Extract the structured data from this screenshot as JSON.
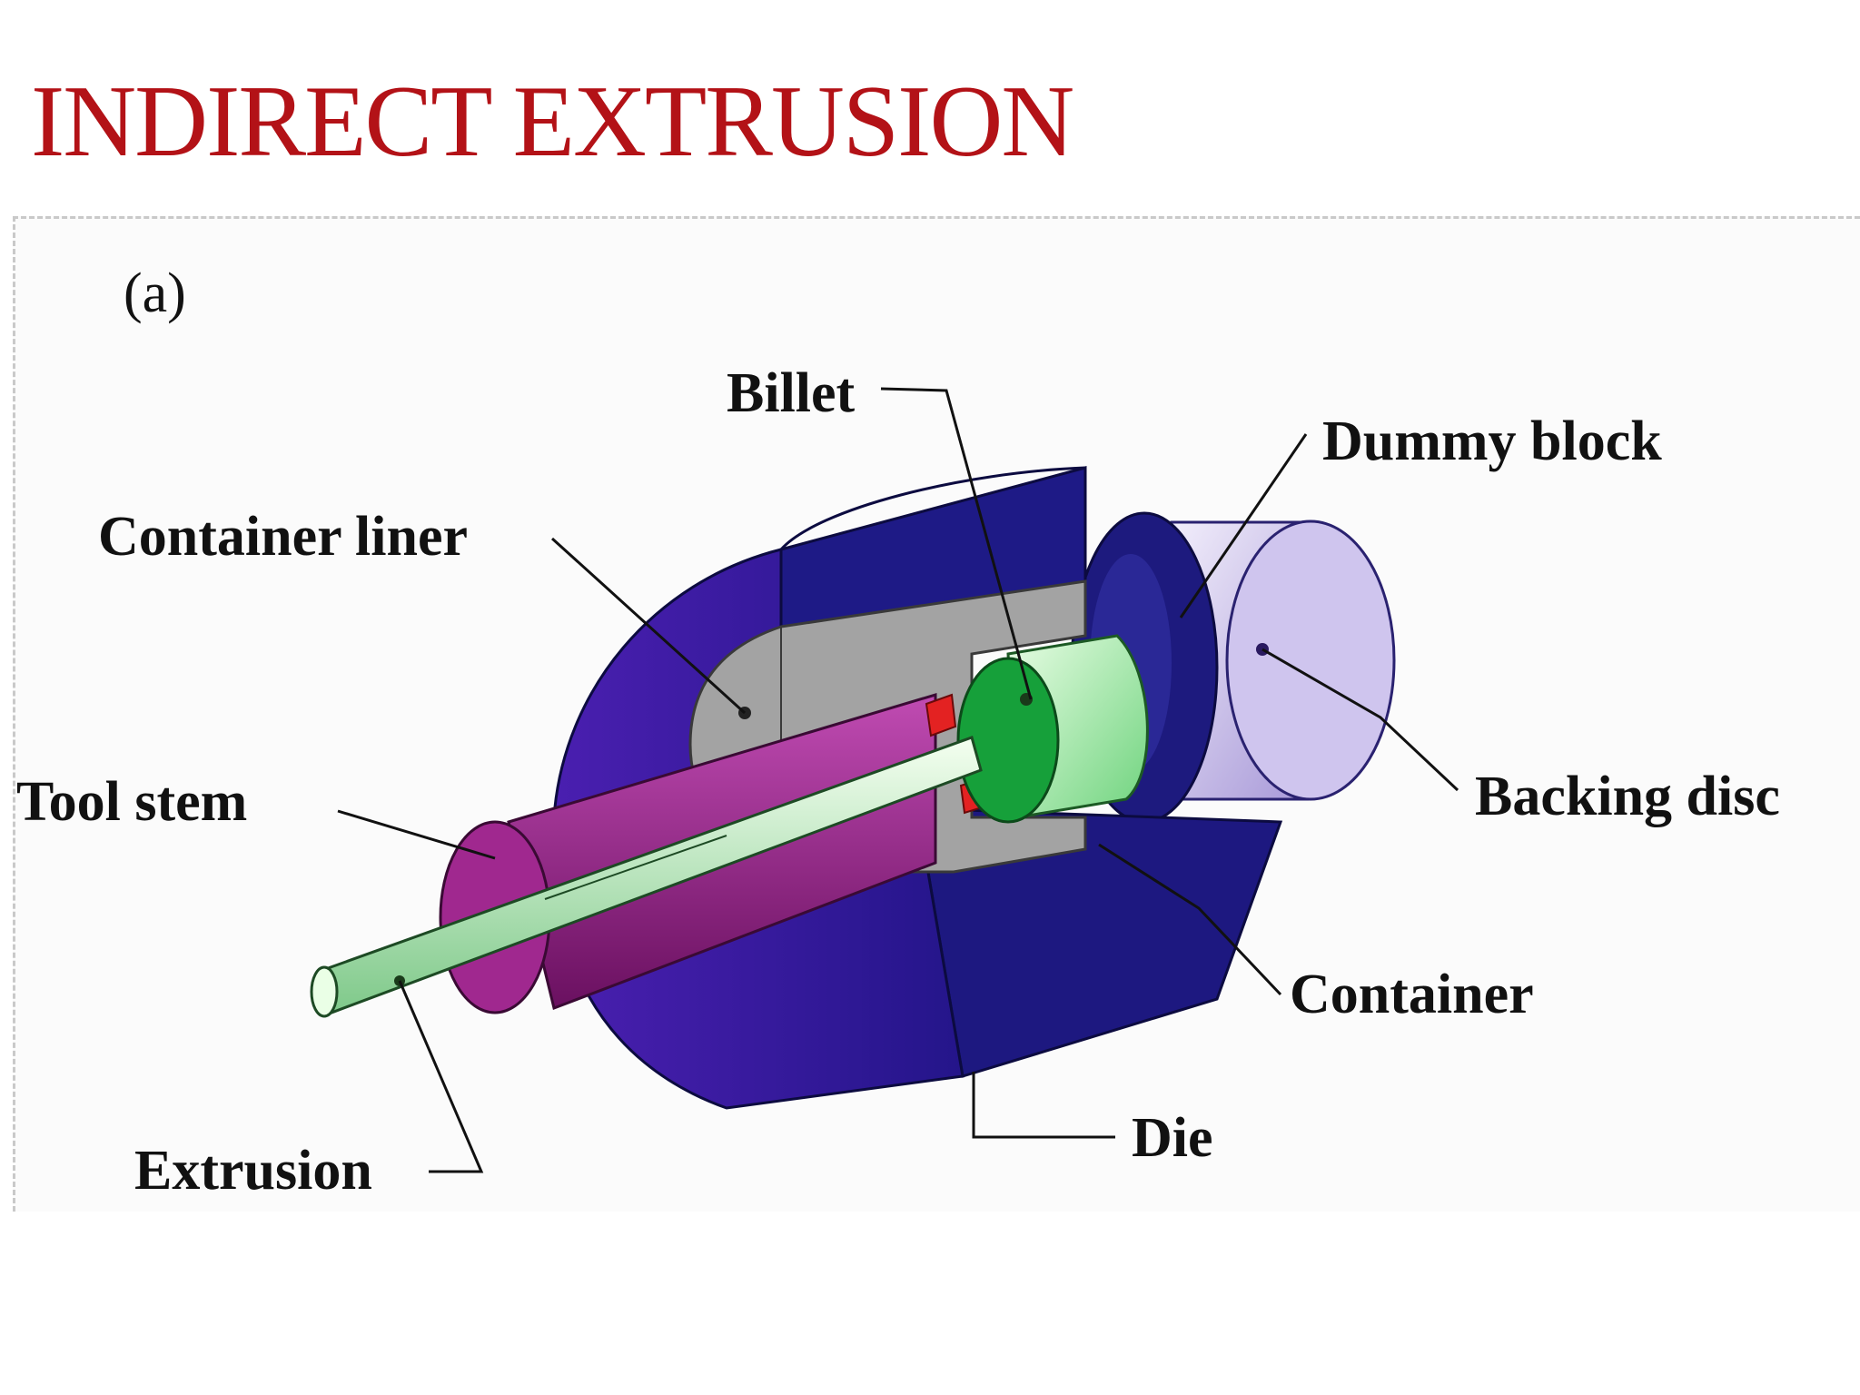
{
  "slide": {
    "title": "INDIRECT EXTRUSION"
  },
  "figure": {
    "panel_label": "(a)",
    "labels": {
      "billet": "Billet",
      "dummy_block": "Dummy  block",
      "container_liner": "Container  liner",
      "tool_stem": "Tool  stem",
      "backing_disc": "Backing  disc",
      "container": "Container",
      "die": "Die",
      "extrusion": "Extrusion"
    }
  },
  "colors": {
    "title": "#b31217",
    "container": "#3b1a9a",
    "container_dark": "#1a1673",
    "liner_gray": "#9a9a9a",
    "tool_stem": "#8a1e7a",
    "billet_green": "#7fe08a",
    "extrusion_green": "#c8f3c0",
    "die_red": "#e02020",
    "backing_disc": "#d9d0f0"
  }
}
